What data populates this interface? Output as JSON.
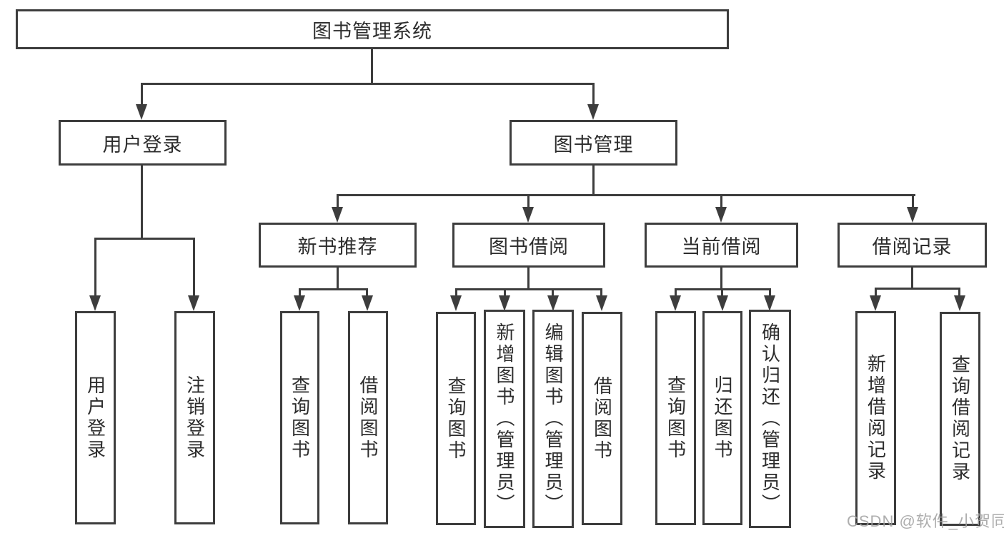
{
  "diagram": {
    "type": "function-structure-tree",
    "root": {
      "label": "图书管理系统"
    },
    "level2": {
      "user_login_group": {
        "label": "用户登录"
      },
      "book_mgmt_group": {
        "label": "图书管理"
      }
    },
    "level3": {
      "new_book_rec": {
        "label": "新书推荐"
      },
      "book_borrow": {
        "label": "图书借阅"
      },
      "current_borrow": {
        "label": "当前借阅"
      },
      "borrow_records": {
        "label": "借阅记录"
      }
    },
    "leaves": {
      "leaf_user_login": {
        "label": "用户登录",
        "parent": "用户登录"
      },
      "leaf_logout": {
        "label": "注销登录",
        "parent": "用户登录"
      },
      "leaf_query_book_rec": {
        "label": "查询图书",
        "parent": "新书推荐"
      },
      "leaf_borrow_book_rec": {
        "label": "借阅图书",
        "parent": "新书推荐"
      },
      "leaf_query_book_borrow": {
        "label": "查询图书",
        "parent": "图书借阅"
      },
      "leaf_add_book": {
        "label": "新增图书（管理员）",
        "parent": "图书借阅"
      },
      "leaf_edit_book": {
        "label": "编辑图书（管理员）",
        "parent": "图书借阅"
      },
      "leaf_borrow_book_borrow": {
        "label": "借阅图书",
        "parent": "图书借阅"
      },
      "leaf_query_book_current": {
        "label": "查询图书",
        "parent": "当前借阅"
      },
      "leaf_return_book": {
        "label": "归还图书",
        "parent": "当前借阅"
      },
      "leaf_confirm_return": {
        "label": "确认归还（管理员）",
        "parent": "当前借阅"
      },
      "leaf_add_borrow_record": {
        "label": "新增借阅记录",
        "parent": "借阅记录"
      },
      "leaf_query_borrow_record": {
        "label": "查询借阅记录",
        "parent": "借阅记录"
      }
    }
  },
  "watermark": {
    "text": "CSDN @软件_小贺同学"
  },
  "colors": {
    "line": "#3d3d3d",
    "text": "#2d2d2d",
    "background": "#ffffff",
    "watermark": "#a0a0a0"
  }
}
